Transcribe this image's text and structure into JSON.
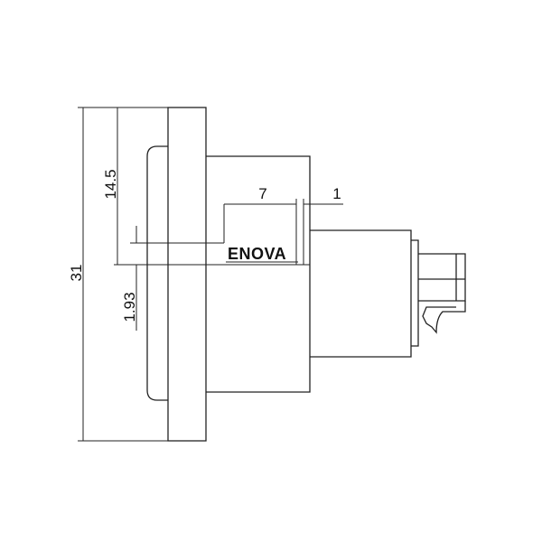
{
  "drawing": {
    "brand_logo": "ENOVA",
    "dimensions": {
      "overall_height": "31",
      "upper_height": "14.5",
      "offset": "1.93",
      "depth": "7",
      "gap": "1"
    }
  }
}
